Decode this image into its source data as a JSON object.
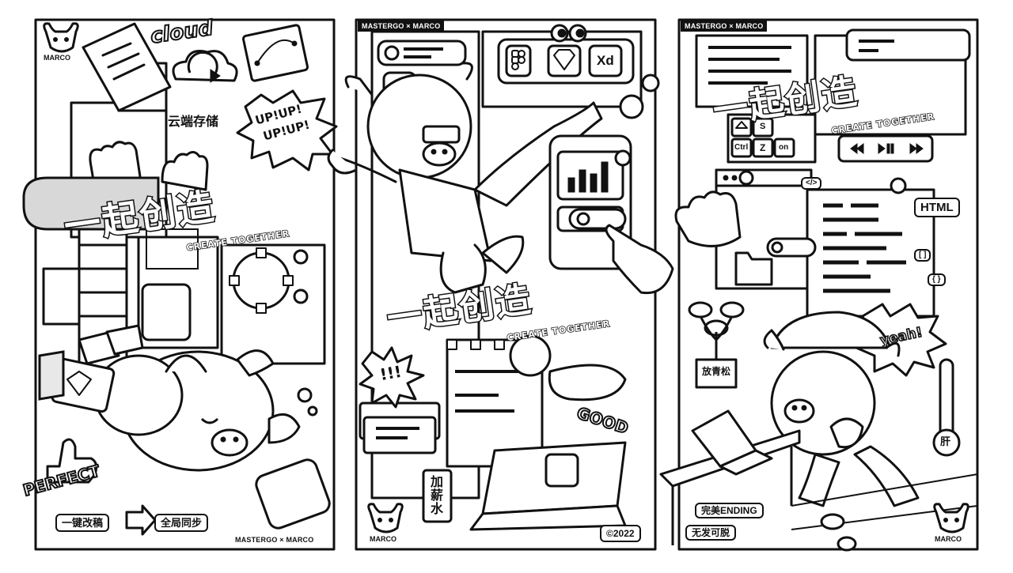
{
  "panels": {
    "left": {
      "brand_footer": "MASTERGO × MARCO",
      "logo_text": "MARCO",
      "cloud_word": "cloud",
      "cloud_storage": "云端存储",
      "shout": [
        "UP!UP!",
        "UP!UP!"
      ],
      "headline": "一起创造",
      "headline_sub": "CREATE TOGETHER",
      "perfect": "PERFECT",
      "step_one": "一键改稿",
      "step_two": "全局同步"
    },
    "middle": {
      "brand_header": "MASTERGO × MARCO",
      "logo_text": "MARCO",
      "tool_xd": "Xd",
      "headline": "一起创造",
      "headline_sub": "CREATE TOGETHER",
      "exclaim": "!!!",
      "good": "GOOD",
      "cup_text": "加薪水",
      "copyright": "©2022"
    },
    "right": {
      "brand_header": "MASTERGO × MARCO",
      "logo_text": "MARCO",
      "headline": "一起创造",
      "headline_sub": "CREATE TOGETHER",
      "keys": [
        "S",
        "Ctrl",
        "Z",
        "on"
      ],
      "code_tag": "</>",
      "html_tag": "HTML",
      "bracket_tag": "[ ]",
      "brace_tag": "{ }",
      "relax": "放青松",
      "yeah": "yeah!",
      "thermo": "肝",
      "ending": "完美ENDING",
      "no_hairloss": "无发可脱"
    }
  },
  "colors": {
    "ink": "#111111",
    "paper": "#ffffff"
  },
  "icons": [
    "bull-logo-icon",
    "cloud-icon",
    "sync-icon",
    "figma-icon",
    "sketch-icon",
    "thumbs-up-icon",
    "hand-icon",
    "play-icon",
    "rewind-icon",
    "forward-icon",
    "laptop-icon",
    "bonsai-icon",
    "thermometer-icon",
    "eyes-icon",
    "cursor-icon"
  ]
}
